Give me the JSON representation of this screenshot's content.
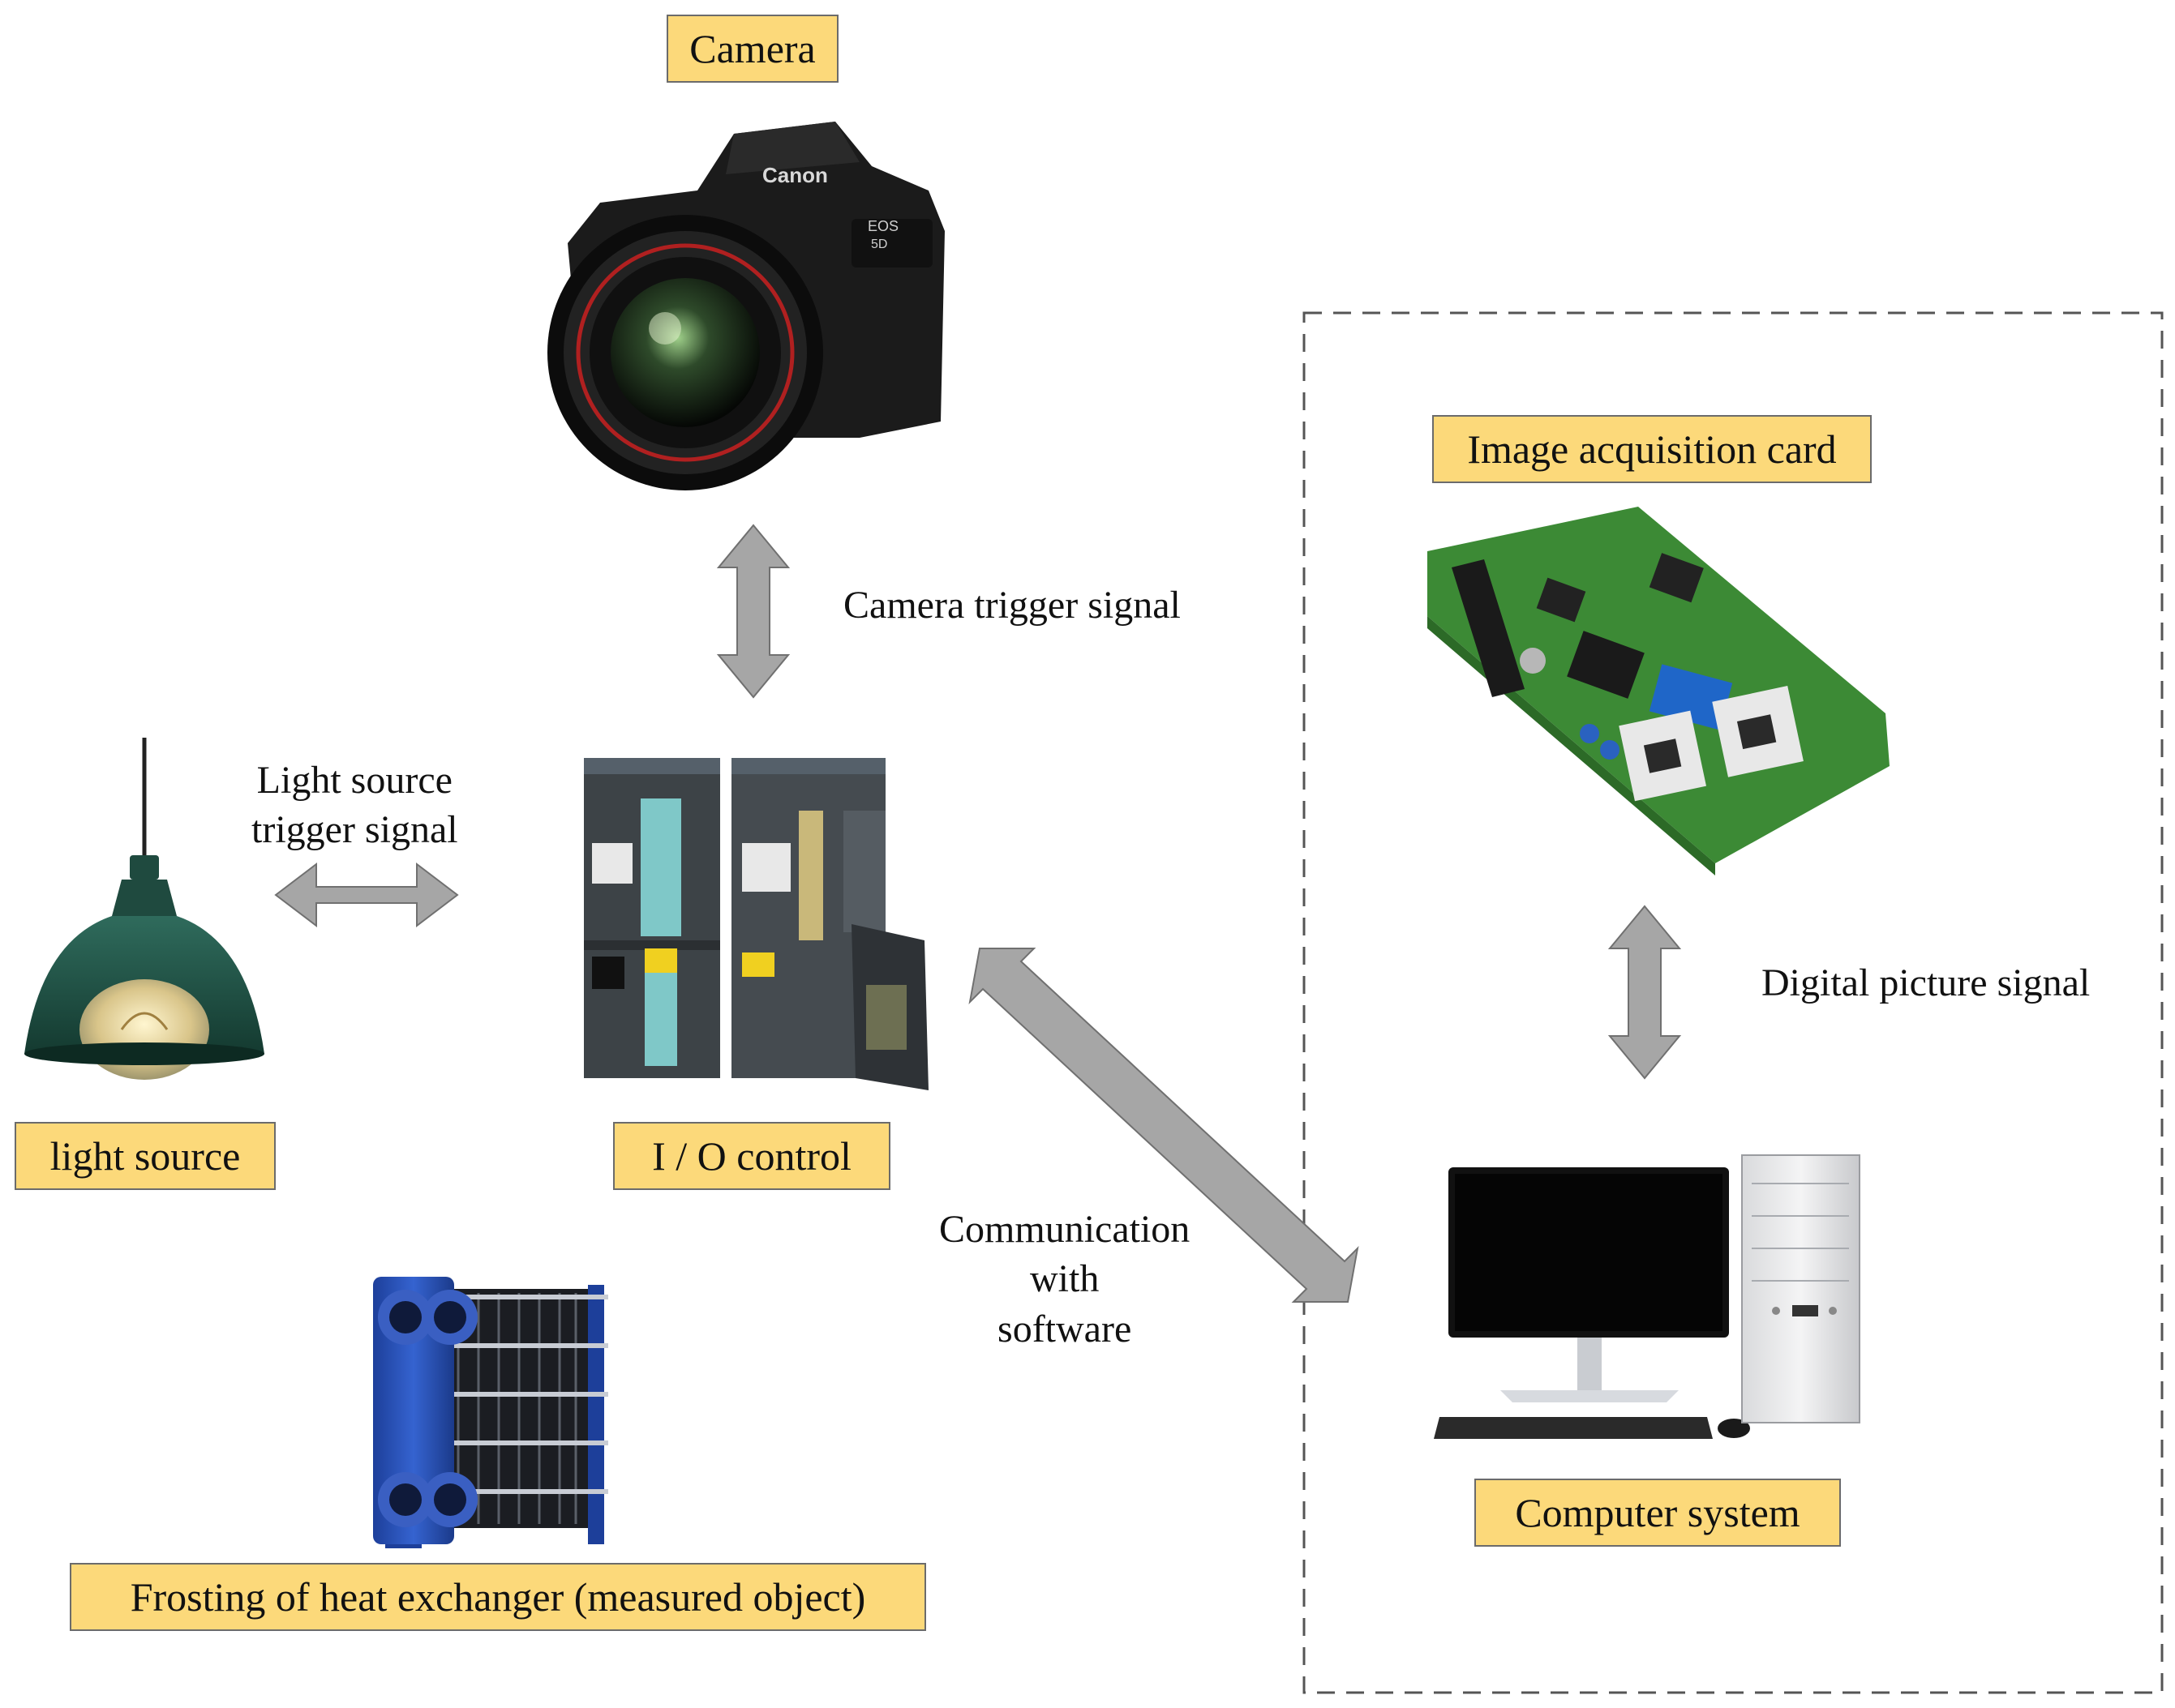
{
  "labels": {
    "camera": "Camera",
    "image_card": "Image acquisition card",
    "light_source": "light source",
    "io_control": "I / O control",
    "computer": "Computer system",
    "heat_exchanger": "Frosting of heat exchanger (measured object)"
  },
  "signals": {
    "camera_trigger": "Camera trigger signal",
    "light_trigger": [
      "Light source",
      "trigger signal"
    ],
    "digital_picture": "Digital picture signal",
    "communication": [
      "Communication",
      "with",
      "software"
    ]
  },
  "colors": {
    "label_fill": "#fcd97a",
    "label_border": "#6b6b6b",
    "arrow_fill": "#a6a6a6",
    "arrow_stroke": "#707070",
    "dashed_border": "#555555"
  }
}
